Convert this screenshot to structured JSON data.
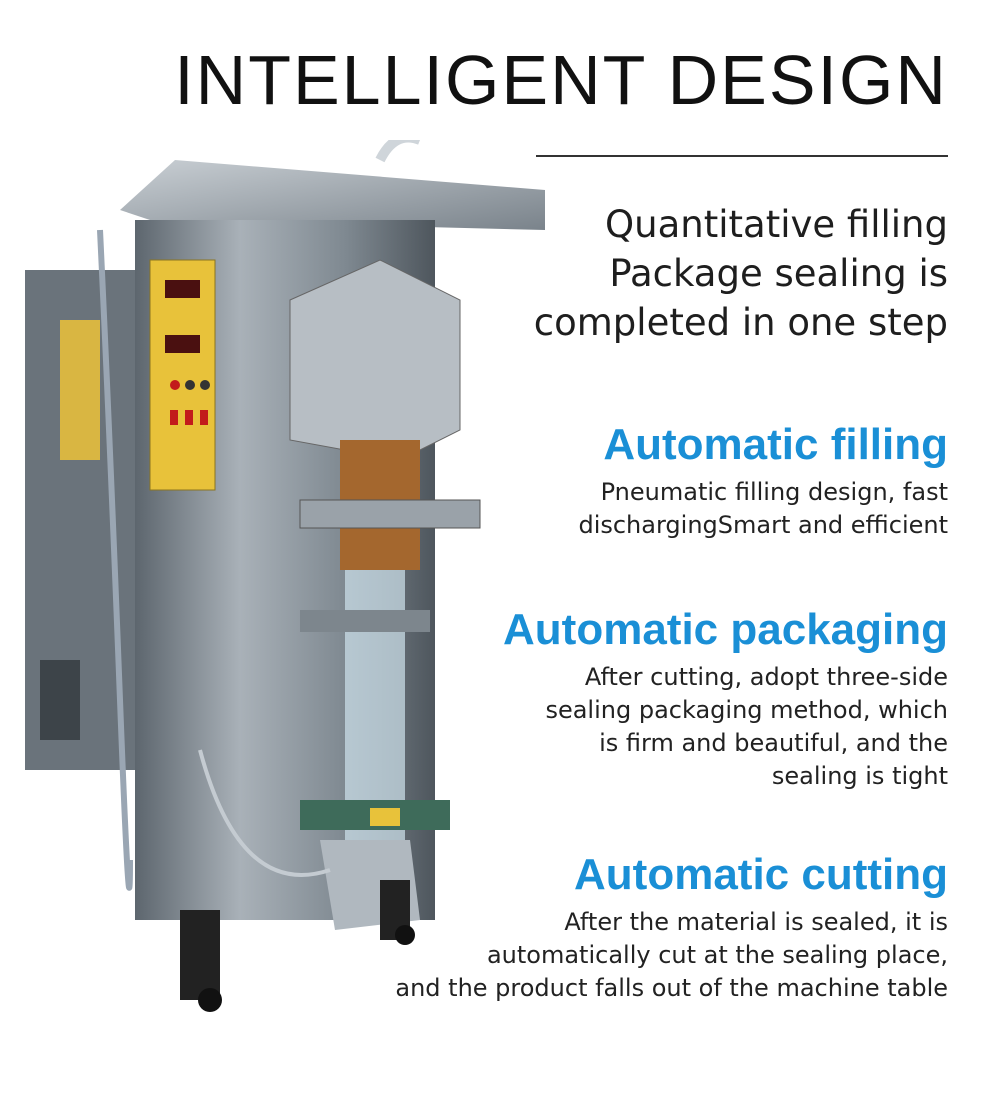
{
  "header": {
    "title": "INTELLIGENT DESIGN"
  },
  "intro": {
    "lines": [
      "Quantitative filling",
      "Package sealing is",
      "completed in one step"
    ]
  },
  "features": [
    {
      "title": "Automatic filling",
      "lines": [
        "Pneumatic filling design, fast",
        "dischargingSmart and efficient"
      ]
    },
    {
      "title": "Automatic packaging",
      "lines": [
        "After cutting, adopt three-side",
        "sealing packaging method, which",
        "is firm and beautiful, and the",
        "sealing is tight"
      ]
    },
    {
      "title": "Automatic cutting",
      "lines": [
        "After the material is sealed, it is",
        "automatically cut at the sealing place,",
        "and the product falls out of the machine table"
      ]
    }
  ],
  "colors": {
    "accent": "#1a8fd6",
    "steel": "#8b949c",
    "panel_yellow": "#e8c23a"
  }
}
